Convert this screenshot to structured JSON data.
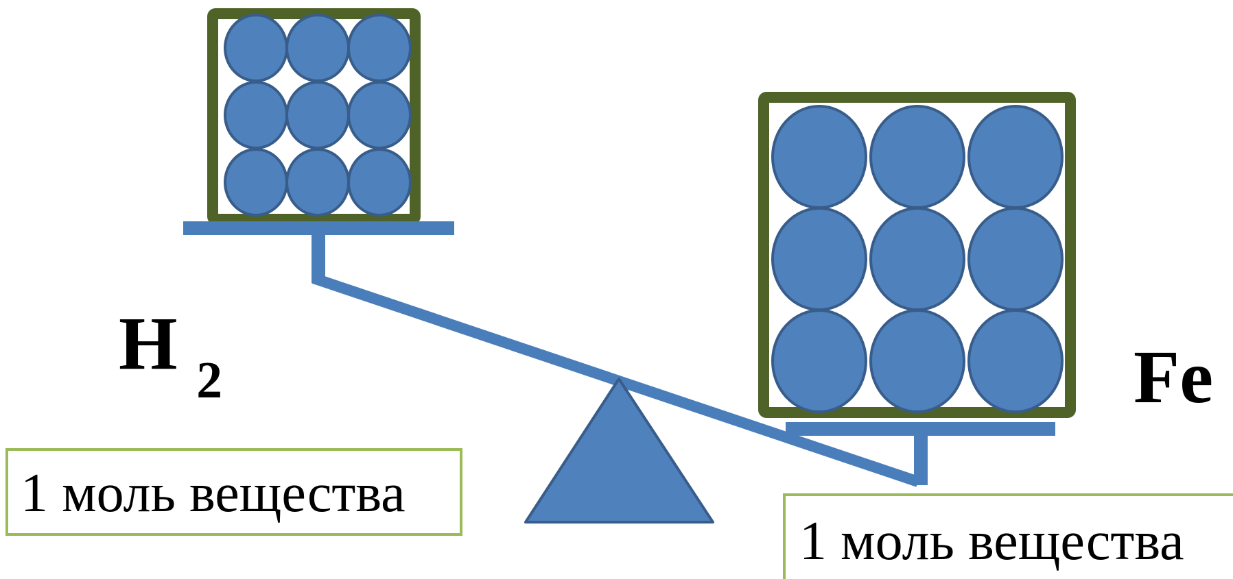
{
  "colors": {
    "particle_fill": "#4f81bd",
    "particle_stroke": "#385d8a",
    "container_frame": "#4f6228",
    "scale_beam": "#4a7ebb",
    "fulcrum_fill": "#4f81bd",
    "fulcrum_stroke": "#385d8a",
    "label_border": "#9bbb59",
    "text": "#000000"
  },
  "left_pan": {
    "formula_main": "H",
    "formula_subscript": "2",
    "particle_grid": [
      3,
      3
    ],
    "amount_label": "1 моль вещества"
  },
  "right_pan": {
    "formula_main": "Fe",
    "particle_grid": [
      3,
      3
    ],
    "amount_label": "1 моль вещества"
  },
  "icons": {
    "fulcrum": "triangle-fulcrum-icon",
    "particle": "circle-particle-icon"
  }
}
